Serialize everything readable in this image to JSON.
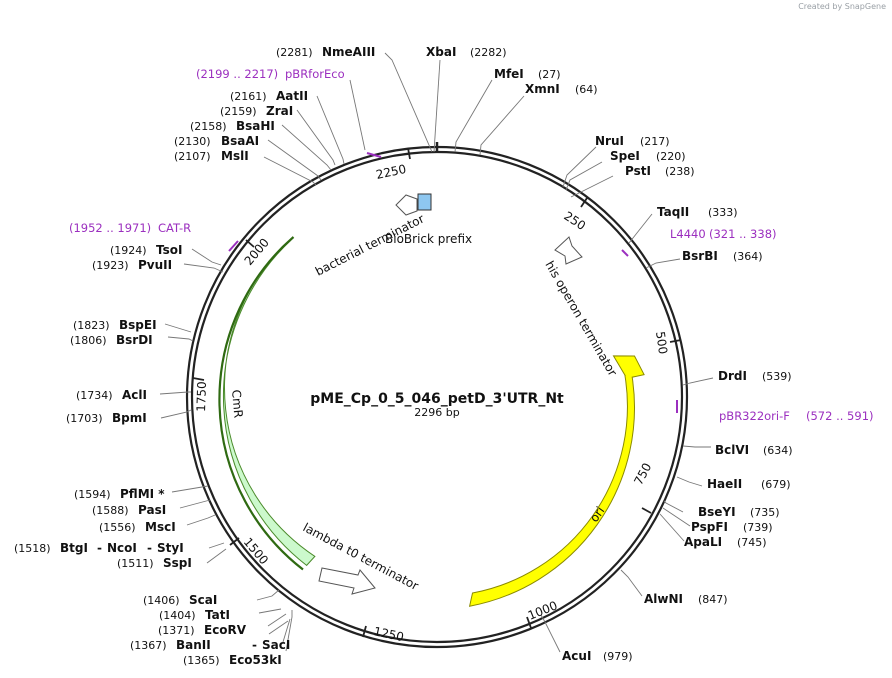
{
  "credit": "Created by SnapGene",
  "plasmid": {
    "name": "pME_Cp_0_5_046_petD_3'UTR_Nt",
    "length_label": "2296 bp",
    "length": 2296
  },
  "ticks": [
    "250",
    "500",
    "750",
    "1000",
    "1250",
    "1500",
    "1750",
    "2000",
    "2250"
  ],
  "sites": [
    {
      "name": "NmeAIII",
      "pos": "(2281)",
      "side": "left"
    },
    {
      "name": "XbaI",
      "pos": "(2282)",
      "side": "right"
    },
    {
      "name": "MfeI",
      "pos": "(27)",
      "side": "right"
    },
    {
      "name": "XmnI",
      "pos": "(64)",
      "side": "right"
    },
    {
      "name": "NruI",
      "pos": "(217)",
      "side": "right"
    },
    {
      "name": "SpeI",
      "pos": "(220)",
      "side": "right"
    },
    {
      "name": "PstI",
      "pos": "(238)",
      "side": "right"
    },
    {
      "name": "TaqII",
      "pos": "(333)",
      "side": "right"
    },
    {
      "name": "BsrBI",
      "pos": "(364)",
      "side": "right"
    },
    {
      "name": "DrdI",
      "pos": "(539)",
      "side": "right"
    },
    {
      "name": "BclVI",
      "pos": "(634)",
      "side": "right"
    },
    {
      "name": "HaeII",
      "pos": "(679)",
      "side": "right"
    },
    {
      "name": "BseYI",
      "pos": "(735)",
      "side": "right"
    },
    {
      "name": "PspFI",
      "pos": "(739)",
      "side": "right"
    },
    {
      "name": "ApaLI",
      "pos": "(745)",
      "side": "right"
    },
    {
      "name": "AlwNI",
      "pos": "(847)",
      "side": "right"
    },
    {
      "name": "AcuI",
      "pos": "(979)",
      "side": "right"
    },
    {
      "name": "Eco53kI",
      "pos": "(1365)",
      "side": "left"
    },
    {
      "name": "SacI",
      "pos": "",
      "side": "left"
    },
    {
      "name": "BanII",
      "pos": "(1367)",
      "side": "left"
    },
    {
      "name": "EcoRV",
      "pos": "(1371)",
      "side": "left"
    },
    {
      "name": "TatI",
      "pos": "(1404)",
      "side": "left"
    },
    {
      "name": "ScaI",
      "pos": "(1406)",
      "side": "left"
    },
    {
      "name": "SspI",
      "pos": "(1511)",
      "side": "left"
    },
    {
      "name": "StyI",
      "pos": "",
      "side": "left"
    },
    {
      "name": "NcoI",
      "pos": "",
      "side": "left"
    },
    {
      "name": "BtgI",
      "pos": "(1518)",
      "side": "left"
    },
    {
      "name": "MscI",
      "pos": "(1556)",
      "side": "left"
    },
    {
      "name": "PasI",
      "pos": "(1588)",
      "side": "left"
    },
    {
      "name": "PflMI *",
      "pos": "(1594)",
      "side": "left"
    },
    {
      "name": "BpmI",
      "pos": "(1703)",
      "side": "left"
    },
    {
      "name": "AclI",
      "pos": "(1734)",
      "side": "left"
    },
    {
      "name": "BsrDI",
      "pos": "(1806)",
      "side": "left"
    },
    {
      "name": "BspEI",
      "pos": "(1823)",
      "side": "left"
    },
    {
      "name": "PvuII",
      "pos": "(1923)",
      "side": "left"
    },
    {
      "name": "TsoI",
      "pos": "(1924)",
      "side": "left"
    },
    {
      "name": "MslI",
      "pos": "(2107)",
      "side": "left"
    },
    {
      "name": "BsaAI",
      "pos": "(2130)",
      "side": "left"
    },
    {
      "name": "BsaHI",
      "pos": "(2158)",
      "side": "left"
    },
    {
      "name": "ZraI",
      "pos": "(2159)",
      "side": "left"
    },
    {
      "name": "AatII",
      "pos": "(2161)",
      "side": "left"
    }
  ],
  "primers": [
    {
      "name": "pBRforEco",
      "range": "(2199 .. 2217)"
    },
    {
      "name": "CAT-R",
      "range": "(1952 .. 1971)"
    },
    {
      "name": "L4440",
      "range": "(321 .. 338)"
    },
    {
      "name": "pBR322ori-F",
      "range": "(572 .. 591)"
    }
  ],
  "features": [
    {
      "name": "CmR",
      "color": "#ccf9cc"
    },
    {
      "name": "ori",
      "color": "#ffff00"
    },
    {
      "name": "bacterial terminator",
      "color": "#ffffff"
    },
    {
      "name": "BioBrick prefix",
      "color": "#8ec7f0"
    },
    {
      "name": "his operon terminator",
      "color": "#ffffff"
    },
    {
      "name": "lambda t0 terminator",
      "color": "#ffffff"
    }
  ],
  "colors": {
    "primer": "#9b2fbf",
    "backbone": "#222222"
  }
}
